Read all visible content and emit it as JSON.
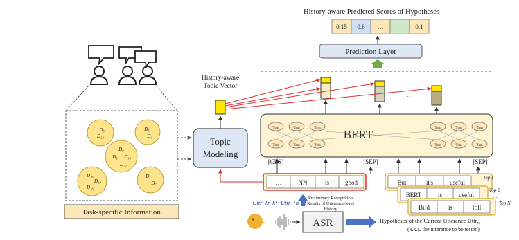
{
  "title": "History-aware Predicted Scores of Hypotheses",
  "scores": [
    {
      "label": "0.15",
      "color": "#fde7b8"
    },
    {
      "label": "0.6",
      "color": "#cfe0f5"
    },
    {
      "label": "…",
      "color": "#fde7b8"
    },
    {
      "label": "",
      "color": "#cfe8c8"
    },
    {
      "label": "0.1",
      "color": "#fde7b8"
    }
  ],
  "prediction_layer": "Prediction Layer",
  "topic_vector_label_1": "History-aware",
  "topic_vector_label_2": "Topic Vector",
  "topic_modeling_1": "Topic",
  "topic_modeling_2": "Modeling",
  "bert_label": "BERT",
  "trm_label": "Trm",
  "cls_token": "[CLS]",
  "sep_token": "[SEP]",
  "history_tokens": [
    "…",
    "NN",
    "is",
    "good"
  ],
  "hyp_top1": [
    "But",
    "it's",
    "useful"
  ],
  "hyp_top2": [
    "BERT",
    "is",
    "useful"
  ],
  "hyp_topN": [
    "Bird",
    "is",
    "foll"
  ],
  "top1": "Top 1",
  "top2": "Top 2",
  "topN": "Top N",
  "ellipsis": "…",
  "utt_history": "Uttr_{n-k}~Uttr_{n-1}",
  "prelim_1": "Preliminary Recognition",
  "prelim_2": "Results of Utterance-level",
  "prelim_3": "History",
  "asr_label": "ASR",
  "hyp_current_1": "Hypotheses of  the Current Utterance Uttr",
  "hyp_current_sub": "n",
  "hyp_current_2": "(a.k.a. the utterance to be tested)",
  "task_info": "Task-specific Information",
  "topic_clusters": [
    {
      "lines": [
        "D₃",
        "D₁₈"
      ]
    },
    {
      "lines": [
        "D₅",
        "D₄"
      ]
    },
    {
      "lines": [
        "D₉",
        "D₂",
        "D₁₃",
        "D₂₂"
      ]
    },
    {
      "lines": [
        "D₂₆",
        "D₁₉",
        "D₁₆"
      ]
    },
    {
      "lines": [
        "D₁",
        "D₇"
      ]
    }
  ],
  "colors": {
    "yellow": "#fde48a",
    "yellow_dark": "#f0d84a",
    "blue_box": "#dde7f5",
    "cream": "#fef3d2",
    "red": "#e03030",
    "gold_border": "#d9a92a",
    "arrow_green": "#70ad47",
    "arrow_blue": "#4a72c4"
  }
}
